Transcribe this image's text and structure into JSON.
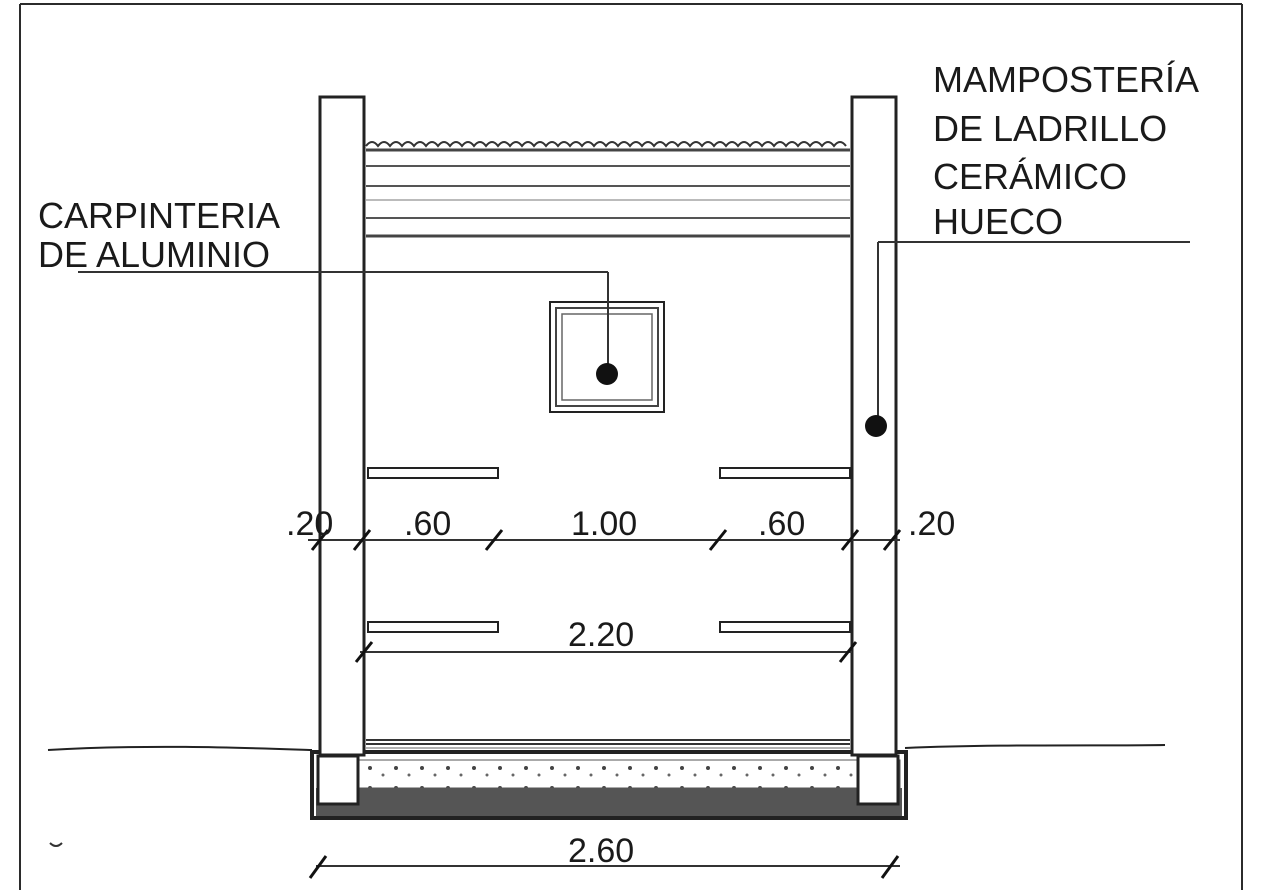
{
  "labels": {
    "carpinteria": [
      "CARPINTERIA",
      "DE ALUMINIO"
    ],
    "mamposteria": [
      "MAMPOSTERÍA",
      "DE LADRILLO",
      "CERÁMICO",
      "HUECO"
    ]
  },
  "dimensions": {
    "wall_left": ".20",
    "side_left": ".60",
    "opening": "1.00",
    "side_right": ".60",
    "wall_right": ".20",
    "interior": "2.20",
    "overall": "2.60"
  },
  "colors": {
    "ink": "#1a1a1a",
    "foundation": "#555555",
    "paper": "#ffffff"
  }
}
